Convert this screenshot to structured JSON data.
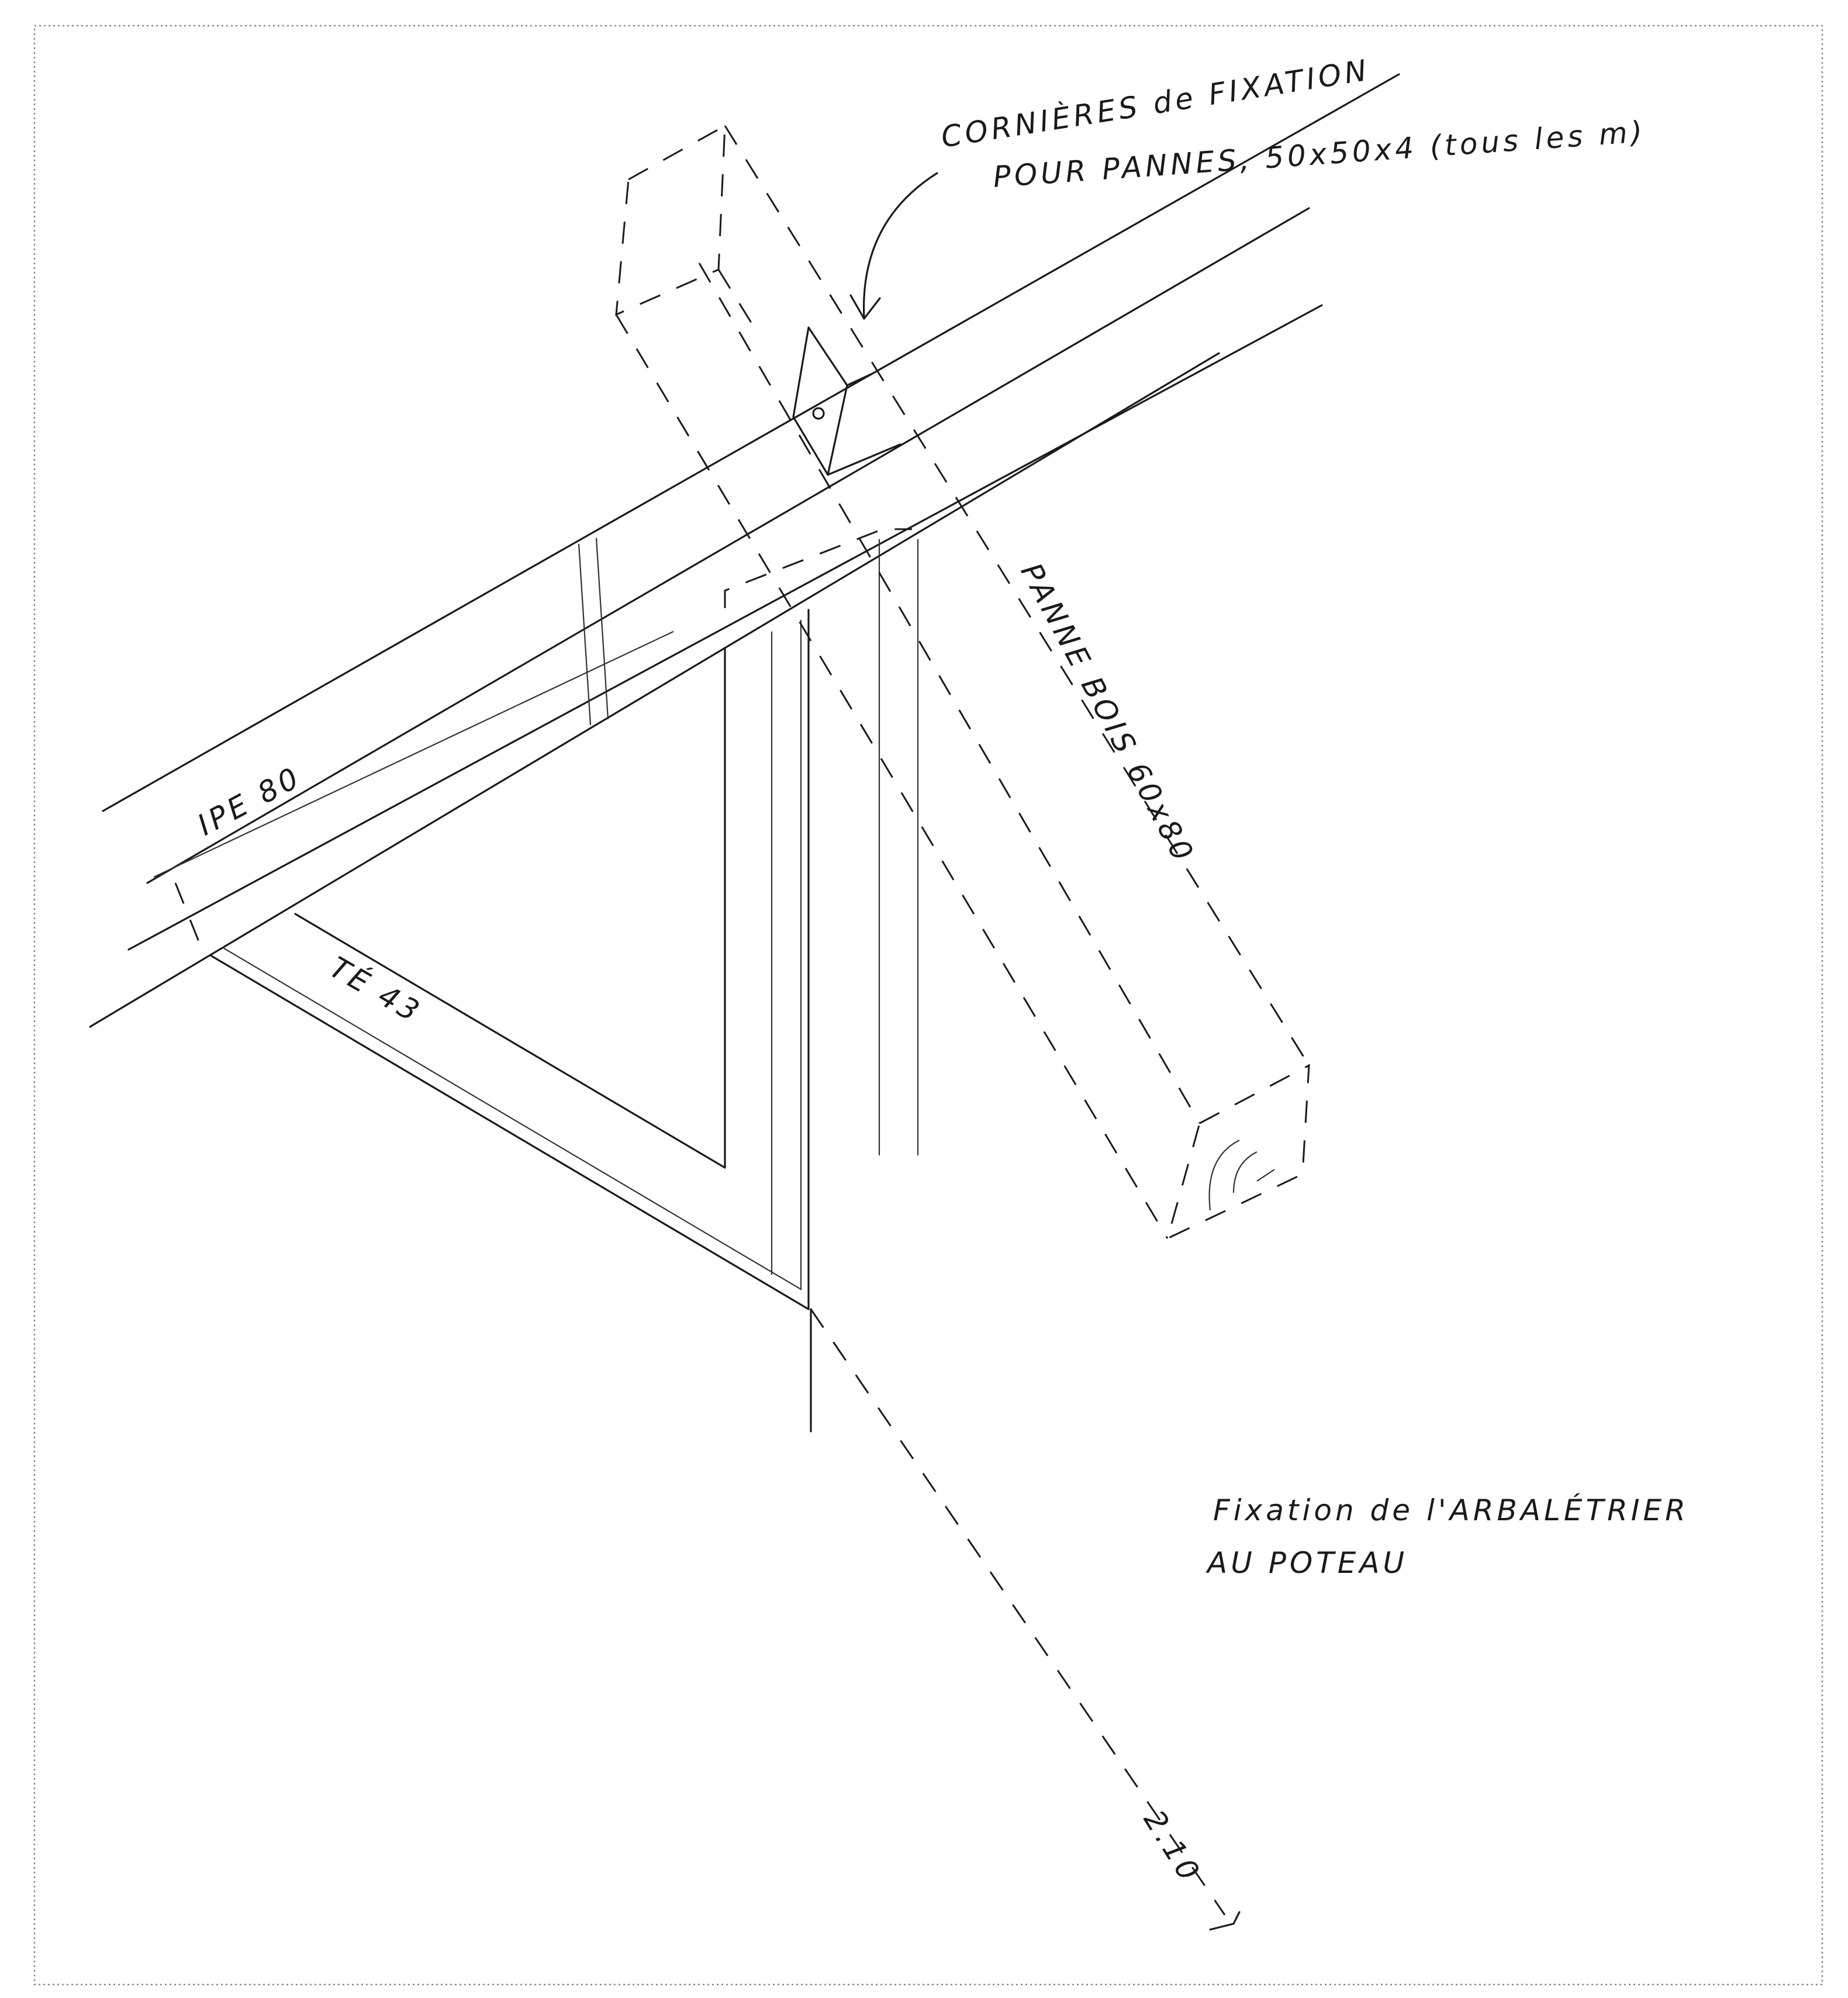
{
  "drawing": {
    "title_line1": "Fixation de l'ARBALÉTRIER",
    "title_line2": "AU POTEAU",
    "annotations": {
      "corniere_line1": "CORNIÈRES de FIXATION",
      "corniere_line2": "POUR PANNES, 50x50x4 (tous les m)",
      "ipe_label": "IPE 80",
      "te_label": "TÉ 43",
      "panne_label": "PANNE BOIS 60x80",
      "dimension_label": "2.10"
    },
    "ink_color": "#1a1a1a"
  }
}
